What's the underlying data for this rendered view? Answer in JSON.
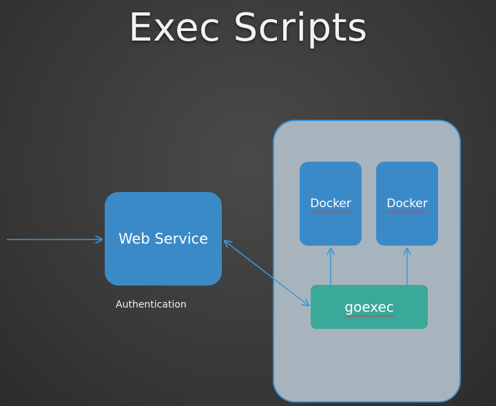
{
  "title": "Exec Scripts",
  "nodes": {
    "web_service": "Web Service",
    "docker_1": "Docker",
    "docker_2": "Docker",
    "goexec": "goexec"
  },
  "labels": {
    "authentication": "Authentication"
  },
  "colors": {
    "background": "#3a3a3a",
    "service_box": "#3a8ac8",
    "goexec_box": "#3aa99a",
    "container_box": "#a8b4bd",
    "container_border": "#3a8fcf",
    "arrow": "#3a9ad8"
  }
}
